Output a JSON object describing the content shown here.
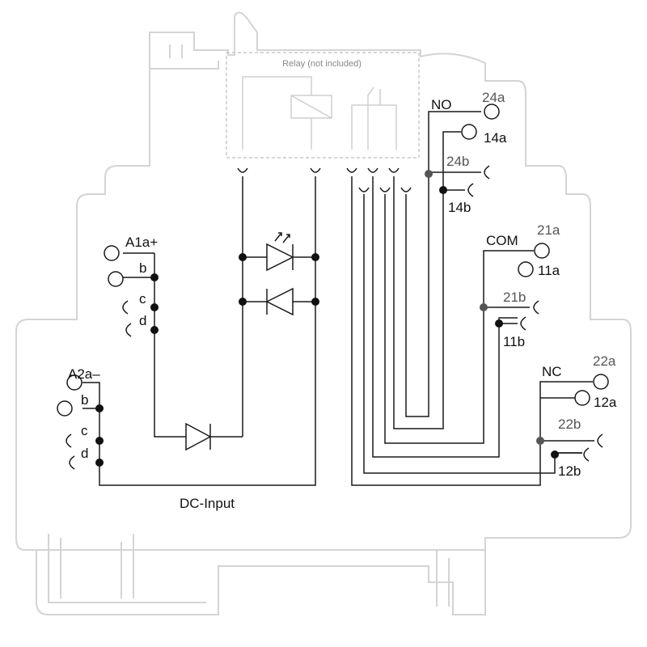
{
  "relay_title": "Relay (not included)",
  "input_label": "DC-Input",
  "terminals": {
    "A1a": "A1a+",
    "A1b": "b",
    "A1c": "c",
    "A1d": "d",
    "A2a": "A2a–",
    "A2b": "b",
    "A2c": "c",
    "A2d": "d",
    "NO": "NO",
    "t24a": "24a",
    "t14a": "14a",
    "t24b": "24b",
    "t14b": "14b",
    "COM": "COM",
    "t21a": "21a",
    "t11a": "11a",
    "t21b": "21b",
    "t11b": "11b",
    "NC": "NC",
    "t22a": "22a",
    "t12a": "12a",
    "t22b": "22b",
    "t12b": "12b"
  },
  "colors": {
    "wire": "#1a1a1a",
    "outline": "#d4d4d4",
    "secondary": "#555555"
  }
}
